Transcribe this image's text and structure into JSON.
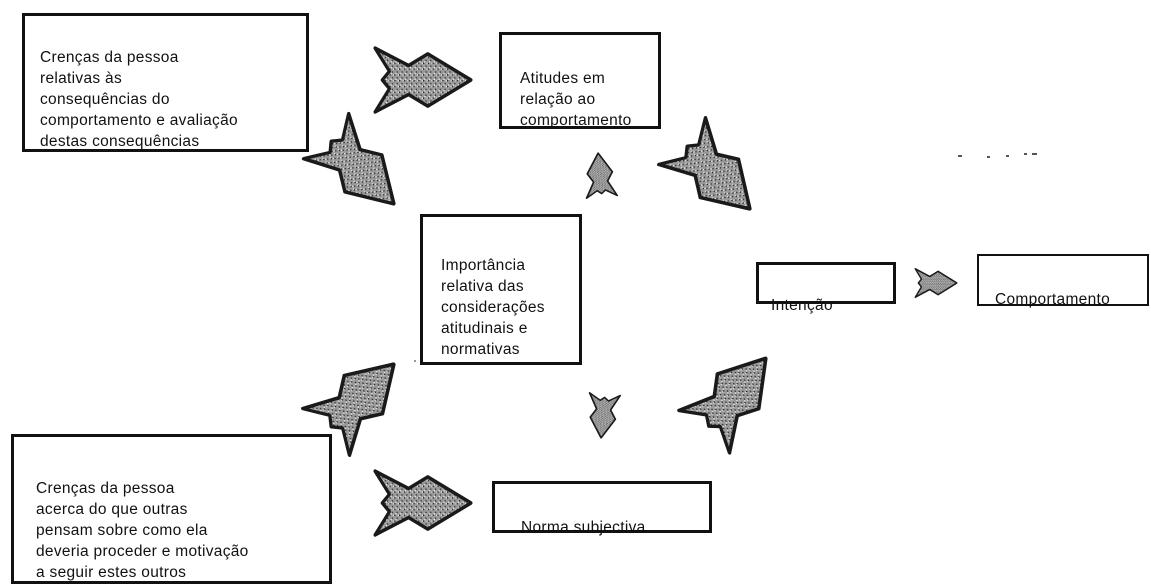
{
  "diagram": {
    "boxes": {
      "beliefs_consequences": "Crenças da pessoa\nrelativas às\nconsequências do\ncomportamento e avaliação\ndestas consequências",
      "attitudes": "Atitudes em\nrelação ao\ncomportamento",
      "importance": "Importância\nrelativa das\nconsiderações\natitudinais e\nnormativas",
      "intention": "Intenção",
      "behaviour": "Comportamento",
      "beliefs_others": "Crenças da pessoa\nacerca do que outras\npensam sobre como ela\ndeveria proceder e motivação\na seguir estes outros",
      "subjective_norm": "Norma subjectiva"
    },
    "colors": {
      "arrow_fill": "#8a8a8a",
      "arrow_stroke": "#1a1a1a",
      "border": "#111111",
      "background": "#ffffff"
    }
  }
}
